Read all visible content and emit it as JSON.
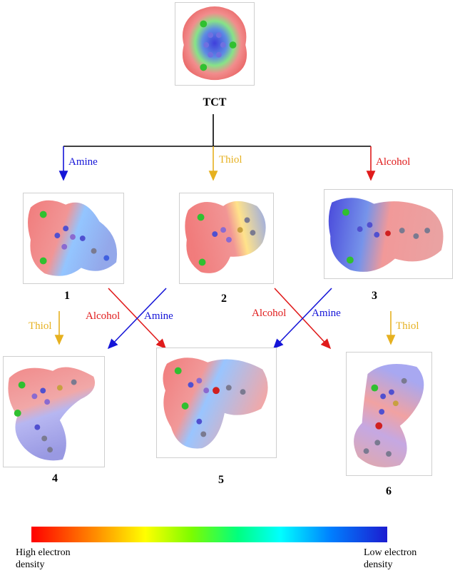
{
  "title": "TCT",
  "reactions": {
    "amine": "Amine",
    "thiol": "Thiol",
    "alcohol": "Alcohol"
  },
  "compounds": [
    "1",
    "2",
    "3",
    "4",
    "5",
    "6"
  ],
  "legend": {
    "left_line1": "High electron",
    "left_line2": "density",
    "right_line1": "Low electron",
    "right_line2": "density"
  },
  "colors": {
    "amine": "#1515d8",
    "thiol": "#e6b120",
    "alcohol": "#e01b1b",
    "high_density": "#ff0000",
    "low_density": "#1c1cd0"
  }
}
